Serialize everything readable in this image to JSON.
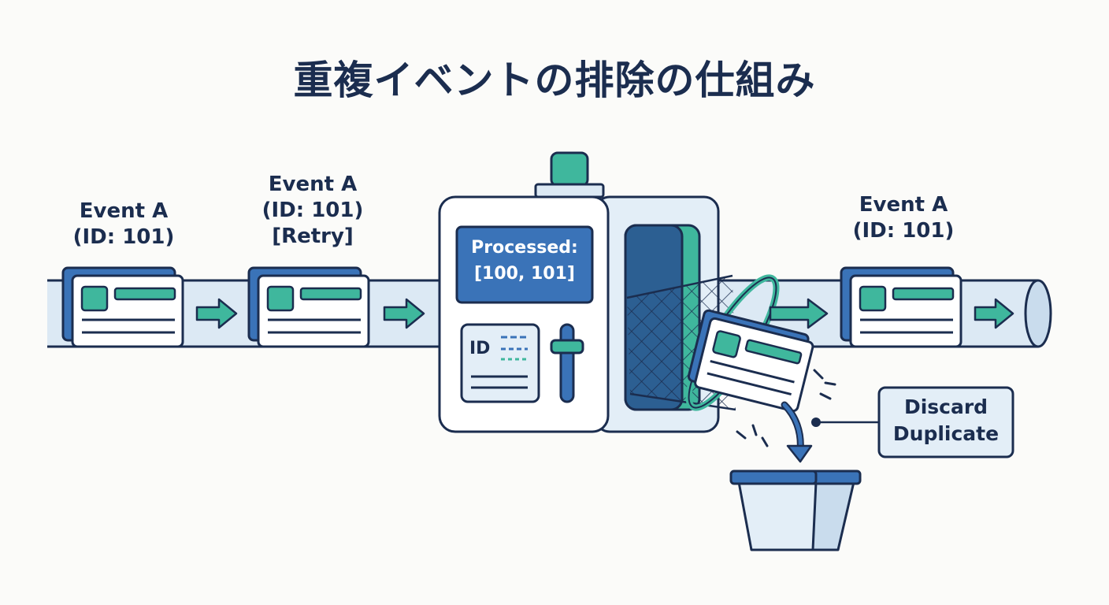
{
  "title": "重複イベントの排除の仕組み",
  "events": [
    {
      "label": "Event A\n(ID: 101)"
    },
    {
      "label": "Event A\n(ID: 101)\n[Retry]"
    },
    {
      "label": "Event A\n(ID: 101)"
    }
  ],
  "processor": {
    "screen_text": "Processed:\n[100, 101]",
    "id_label": "ID"
  },
  "discard_label": "Discard\nDuplicate",
  "colors": {
    "navy": "#1b2d4f",
    "blue": "#3a73b8",
    "teal": "#3fb79d",
    "pipe": "#dce9f4",
    "paper": "#ffffff"
  }
}
